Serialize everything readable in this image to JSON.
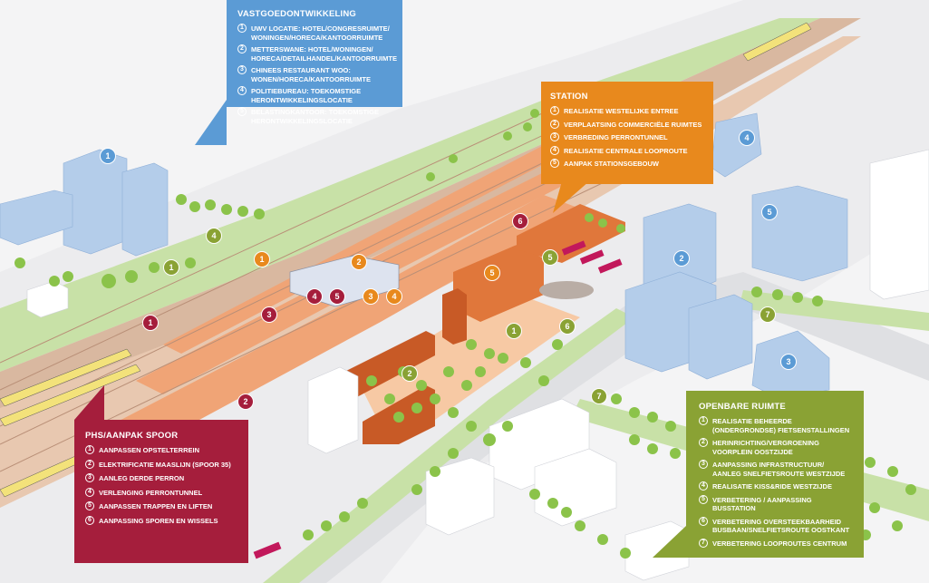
{
  "colors": {
    "blue": "#5b9bd5",
    "orange": "#e8891d",
    "red": "#a51e3c",
    "green": "#8aa234"
  },
  "panels": {
    "vastgoed": {
      "title": "VASTGOEDONTWIKKELING",
      "items": [
        {
          "n": "1",
          "text": "UWV LOCATIE: HOTEL/CONGRESRUIMTE/ WONINGEN/HORECA/KANTOORRUIMTE"
        },
        {
          "n": "2",
          "text": "METTERSWANE: HOTEL/WONINGEN/ HORECA/DETAILHANDEL/KANTOORRUIMTE"
        },
        {
          "n": "3",
          "text": "CHINEES RESTAURANT WOO: WONEN/HORECA/KANTOORRUIMTE"
        },
        {
          "n": "4",
          "text": "POLITIEBUREAU: TOEKOMSTIGE HERONTWIKKELINGSLOCATIE"
        },
        {
          "n": "5",
          "text": "BELASTINGKANTOOR: TOEKOMSTIGE HERONTWIKKELINGSLOCATIE"
        }
      ]
    },
    "station": {
      "title": "STATION",
      "items": [
        {
          "n": "1",
          "text": "REALISATIE WESTELIJKE ENTREE"
        },
        {
          "n": "2",
          "text": "VERPLAATSING COMMERCIËLE RUIMTES"
        },
        {
          "n": "3",
          "text": "VERBREDING PERRONTUNNEL"
        },
        {
          "n": "4",
          "text": "REALISATIE CENTRALE LOOPROUTE"
        },
        {
          "n": "5",
          "text": "AANPAK STATIONSGEBOUW"
        }
      ]
    },
    "spoor": {
      "title": "PHS/AANPAK SPOOR",
      "items": [
        {
          "n": "1",
          "text": "AANPASSEN OPSTELTERREIN"
        },
        {
          "n": "2",
          "text": "ELEKTRIFICATIE MAASLIJN (SPOOR 35)"
        },
        {
          "n": "3",
          "text": "AANLEG DERDE PERRON"
        },
        {
          "n": "4",
          "text": "VERLENGING PERRONTUNNEL"
        },
        {
          "n": "5",
          "text": "AANPASSEN TRAPPEN EN LIFTEN"
        },
        {
          "n": "6",
          "text": "AANPASSING SPOREN EN WISSELS"
        }
      ]
    },
    "openbare": {
      "title": "OPENBARE RUIMTE",
      "items": [
        {
          "n": "1",
          "text": "REALISATIE BEHEERDE (ONDERGRONDSE) FIETSENSTALLINGEN"
        },
        {
          "n": "2",
          "text": "HERINRICHTING/VERGROENING VOORPLEIN OOSTZIJDE"
        },
        {
          "n": "3",
          "text": "AANPASSING INFRASTRUCTUUR/ AANLEG SNELFIETSROUTE WESTZIJDE"
        },
        {
          "n": "4",
          "text": "REALISATIE KISS&RIDE WESTZIJDE"
        },
        {
          "n": "5",
          "text": "VERBETERING / AANPASSING BUSSTATION"
        },
        {
          "n": "6",
          "text": "VERBETERING OVERSTEEKBAARHEID BUSBAAN/SNELFIETSROUTE OOSTKANT"
        },
        {
          "n": "7",
          "text": "VERBETERING LOOPROUTES CENTRUM"
        }
      ]
    }
  },
  "markers": [
    {
      "n": "1",
      "cat": "blue"
    },
    {
      "n": "4",
      "cat": "blue"
    },
    {
      "n": "5",
      "cat": "blue"
    },
    {
      "n": "2",
      "cat": "blue"
    },
    {
      "n": "3",
      "cat": "blue"
    },
    {
      "n": "1",
      "cat": "orange"
    },
    {
      "n": "2",
      "cat": "orange"
    },
    {
      "n": "3",
      "cat": "orange"
    },
    {
      "n": "4",
      "cat": "orange"
    },
    {
      "n": "5",
      "cat": "orange"
    },
    {
      "n": "1",
      "cat": "red"
    },
    {
      "n": "2",
      "cat": "red"
    },
    {
      "n": "3",
      "cat": "red"
    },
    {
      "n": "4",
      "cat": "red"
    },
    {
      "n": "5",
      "cat": "red"
    },
    {
      "n": "6",
      "cat": "red"
    },
    {
      "n": "1",
      "cat": "green"
    },
    {
      "n": "2",
      "cat": "green"
    },
    {
      "n": "4",
      "cat": "green"
    },
    {
      "n": "5",
      "cat": "green"
    },
    {
      "n": "6",
      "cat": "green"
    },
    {
      "n": "7",
      "cat": "green"
    },
    {
      "n": "7",
      "cat": "green"
    }
  ]
}
